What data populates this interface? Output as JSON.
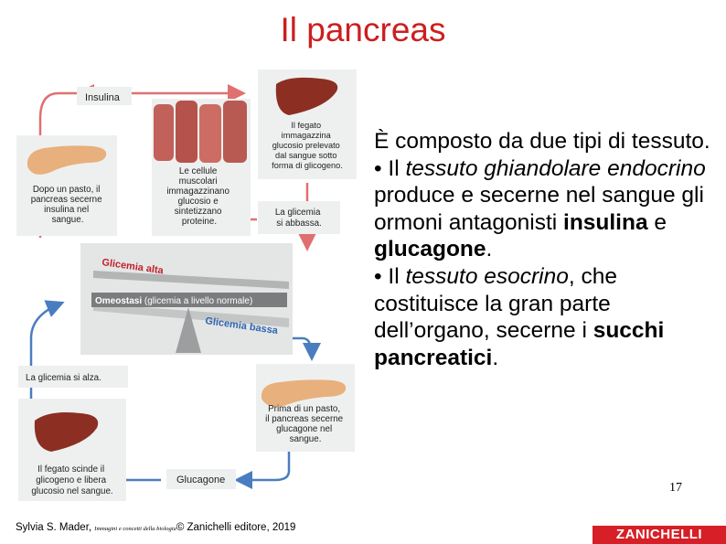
{
  "slide": {
    "title": "Il pancreas",
    "page_number": "17",
    "logo": "ZANICHELLI",
    "footer": {
      "author": "Sylvia S. Mader, ",
      "book": "Immagini e concetti della biologia",
      "publisher": "© Zanichelli editore, 2019"
    }
  },
  "text": {
    "intro": "È composto da due tipi di tessuto.",
    "b1_pre": "• Il ",
    "b1_it": "tessuto ghiandolare endocrino",
    "b1_mid": " produce e secerne nel sangue gli ormoni antagonisti ",
    "b1_insulina": "insulina",
    "b1_and": " e ",
    "b1_glucagone": "glucagone",
    "b1_end": ".",
    "b2_pre": "• Il ",
    "b2_it": "tessuto esocrino",
    "b2_mid": ", che costituisce la gran parte dell’organo, secerne i ",
    "b2_bold": "succhi pancreatici",
    "b2_end": "."
  },
  "diagram": {
    "insulina": "Insulina",
    "fegato_top": [
      "Il fegato",
      "immagazzina",
      "glucosio prelevato",
      "dal sangue sotto",
      "forma di glicogeno."
    ],
    "cellule": [
      "Le cellule",
      "muscolari",
      "immagazzinano",
      "glucosio e",
      "sintetizzano",
      "proteine."
    ],
    "dopo_pasto": [
      "Dopo un pasto, il",
      "pancreas secerne",
      "insulina nel",
      "sangue."
    ],
    "glicemia_abbassa": [
      "La glicemia",
      "si abbassa."
    ],
    "glicemia_alta": "Glicemia alta",
    "omeostasi_bold": "Omeostasi",
    "omeostasi_rest": " (glicemia a livello normale)",
    "glicemia_bassa": "Glicemia bassa",
    "glicemia_alza": "La glicemia si alza.",
    "prima_pasto": [
      "Prima di un pasto,",
      "il pancreas secerne",
      "glucagone nel",
      "sangue."
    ],
    "fegato_bottom": [
      "Il fegato scinde il",
      "glicogeno e libera",
      "glucosio nel sangue."
    ],
    "glucagone": "Glucagone"
  },
  "colors": {
    "title": "#cc1f1f",
    "panel": "#eef0f0",
    "arrow_insulin": "#e07070",
    "arrow_glucagon": "#4a7dc0",
    "liver": "#8c2f22",
    "pancreas": "#e8b07c",
    "muscle": "#c2605a",
    "logo": "#d61f26"
  }
}
